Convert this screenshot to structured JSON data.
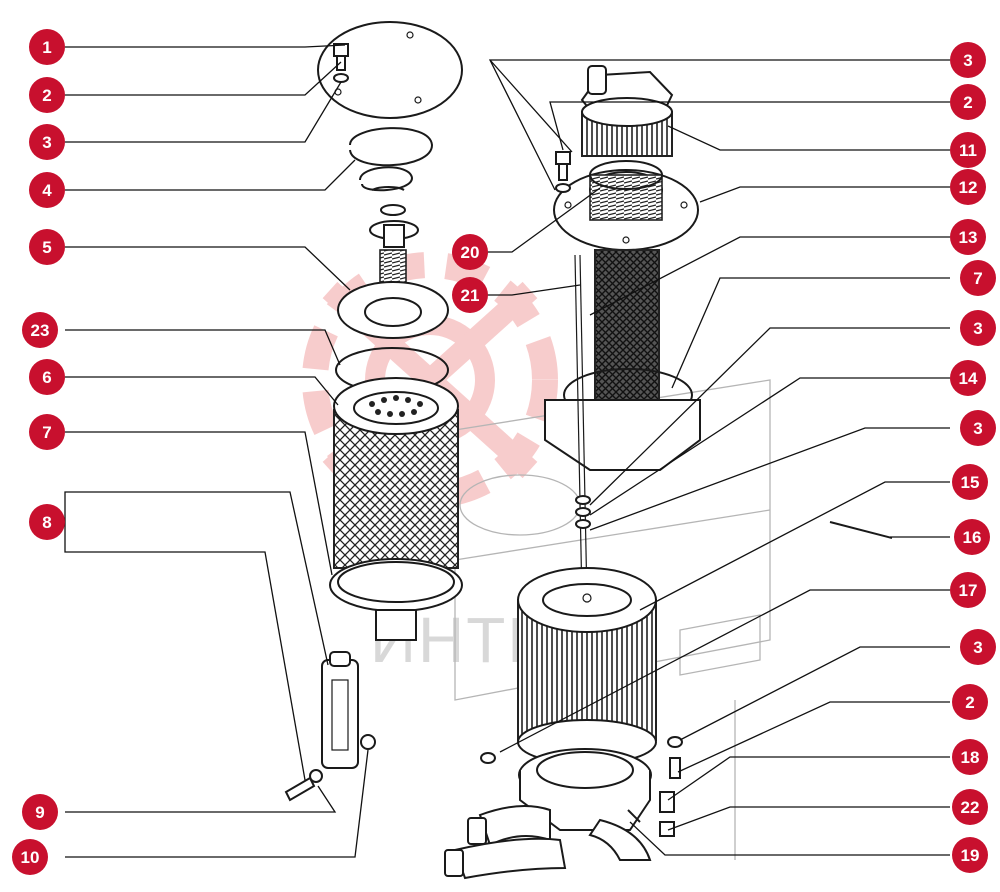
{
  "watermark": {
    "text": "ИНТЕХ",
    "color": "#d8d8d8",
    "logo_color": "#f2a3a3"
  },
  "colors": {
    "badge": "#c8102e",
    "badge_text": "#ffffff",
    "line": "#111111"
  },
  "callouts_left": [
    {
      "label": "1"
    },
    {
      "label": "2"
    },
    {
      "label": "3"
    },
    {
      "label": "4"
    },
    {
      "label": "5"
    },
    {
      "label": "23"
    },
    {
      "label": "6"
    },
    {
      "label": "7"
    },
    {
      "label": "8"
    },
    {
      "label": "9"
    },
    {
      "label": "10"
    }
  ],
  "callouts_right": [
    {
      "label": "3"
    },
    {
      "label": "2"
    },
    {
      "label": "11"
    },
    {
      "label": "12"
    },
    {
      "label": "20"
    },
    {
      "label": "13"
    },
    {
      "label": "21"
    },
    {
      "label": "7"
    },
    {
      "label": "3"
    },
    {
      "label": "14"
    },
    {
      "label": "3"
    },
    {
      "label": "15"
    },
    {
      "label": "16"
    },
    {
      "label": "17"
    },
    {
      "label": "3"
    },
    {
      "label": "2"
    },
    {
      "label": "18"
    },
    {
      "label": "22"
    },
    {
      "label": "19"
    }
  ]
}
